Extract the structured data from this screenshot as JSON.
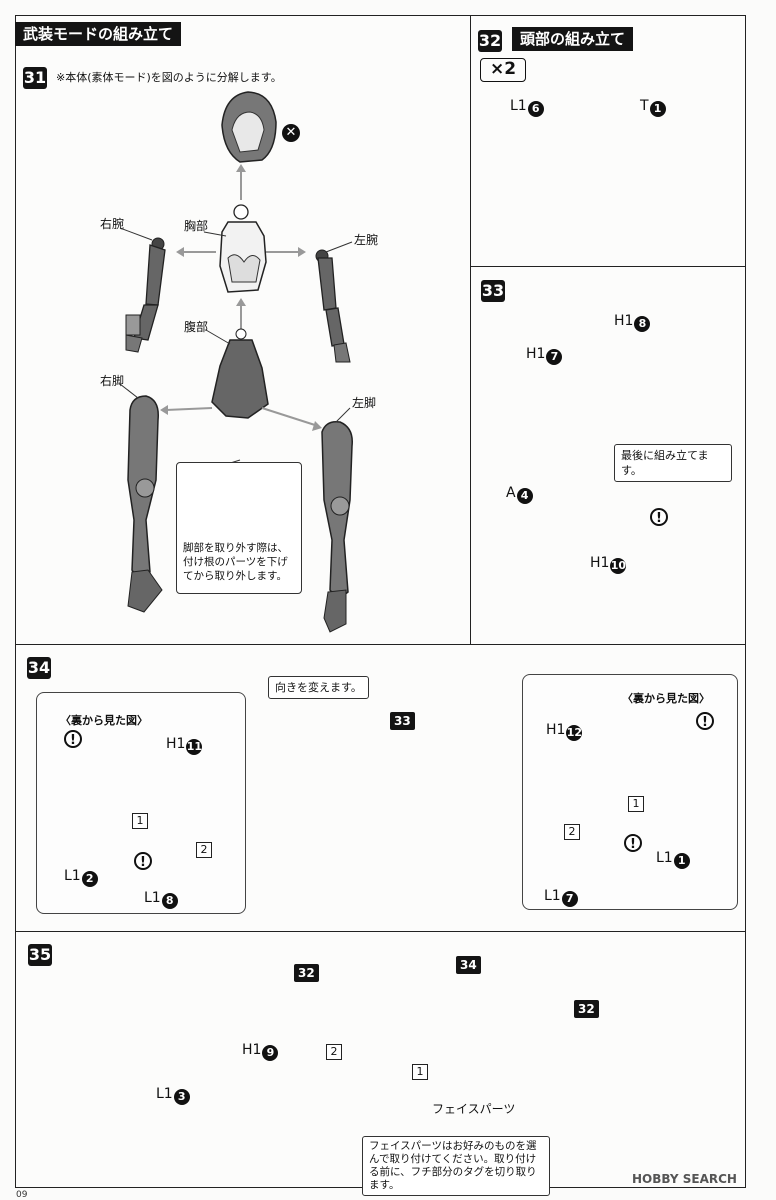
{
  "header": {
    "title_main": "武装モードの組み立て",
    "title_head": "頭部の組み立て"
  },
  "step31": {
    "number": "31",
    "instruction": "※本体(素体モード)を図のように分解します。",
    "labels": {
      "right_arm": "右腕",
      "chest": "胸部",
      "left_arm": "左腕",
      "abdomen": "腹部",
      "right_leg": "右脚",
      "left_leg": "左脚"
    },
    "callout": "脚部を取り外す際は、付け根のパーツを下げてから取り外します。"
  },
  "step32": {
    "number": "32",
    "quantity": "×2",
    "part_a": {
      "runner": "L1",
      "num": "6"
    },
    "part_b": {
      "runner": "T",
      "num": "1"
    }
  },
  "step33": {
    "number": "33",
    "parts": [
      {
        "runner": "H1",
        "num": "8"
      },
      {
        "runner": "H1",
        "num": "7"
      },
      {
        "runner": "A",
        "num": "4"
      },
      {
        "runner": "H1",
        "num": "10"
      }
    ],
    "callout": "最後に組み立てます。"
  },
  "step34": {
    "number": "34",
    "left_note": "〈裏から見た図〉",
    "right_note": "〈裏から見た図〉",
    "turn_note": "向きを変えます。",
    "ref": "33",
    "parts_left": [
      {
        "runner": "H1",
        "num": "11"
      },
      {
        "runner": "L1",
        "num": "2"
      },
      {
        "runner": "L1",
        "num": "8"
      }
    ],
    "parts_right": [
      {
        "runner": "H1",
        "num": "12"
      },
      {
        "runner": "L1",
        "num": "1"
      },
      {
        "runner": "L1",
        "num": "7"
      }
    ],
    "order": [
      "1",
      "2"
    ]
  },
  "step35": {
    "number": "35",
    "refs": {
      "left_wing": "32",
      "helmet": "34",
      "right_wing": "32"
    },
    "parts": [
      {
        "runner": "H1",
        "num": "9"
      },
      {
        "runner": "L1",
        "num": "3"
      }
    ],
    "face_label": "フェイスパーツ",
    "callout": "フェイスパーツはお好みのものを選んで取り付けてください。取り付ける前に、フチ部分のタグを切り取ります。",
    "order": [
      "1",
      "2"
    ]
  },
  "footer": {
    "logo": "HOBBY SEARCH",
    "page": "09"
  }
}
